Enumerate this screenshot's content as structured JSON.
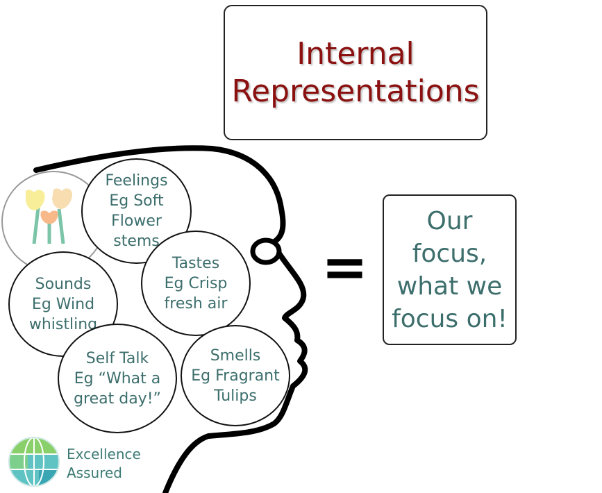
{
  "title": {
    "line1": "Internal",
    "line2": "Representations"
  },
  "bubbles": [
    {
      "lines": [
        "Feelings",
        "Eg Soft",
        "Flower",
        "stems"
      ]
    },
    {
      "lines": [
        "Tastes",
        "Eg Crisp",
        "fresh air"
      ]
    },
    {
      "lines": [
        "Sounds",
        "Eg Wind",
        "whistling"
      ]
    },
    {
      "lines": [
        "Self Talk",
        "Eg “What a",
        "great day!”"
      ]
    },
    {
      "lines": [
        "Smells",
        "Eg Fragrant",
        "Tulips"
      ]
    }
  ],
  "equals_sign": "=",
  "focus": {
    "lines": [
      "Our",
      "focus,",
      "what we",
      "focus on!"
    ]
  },
  "logo": {
    "line1": "Excellence",
    "line2": "Assured"
  },
  "colors": {
    "title": "#8b1010",
    "teal_text": "#3c6e6c",
    "outline": "#111111"
  },
  "icons": {
    "head": "head-profile-outline",
    "flowers": "tulip-flowers-icon",
    "logo": "globe-icon"
  }
}
